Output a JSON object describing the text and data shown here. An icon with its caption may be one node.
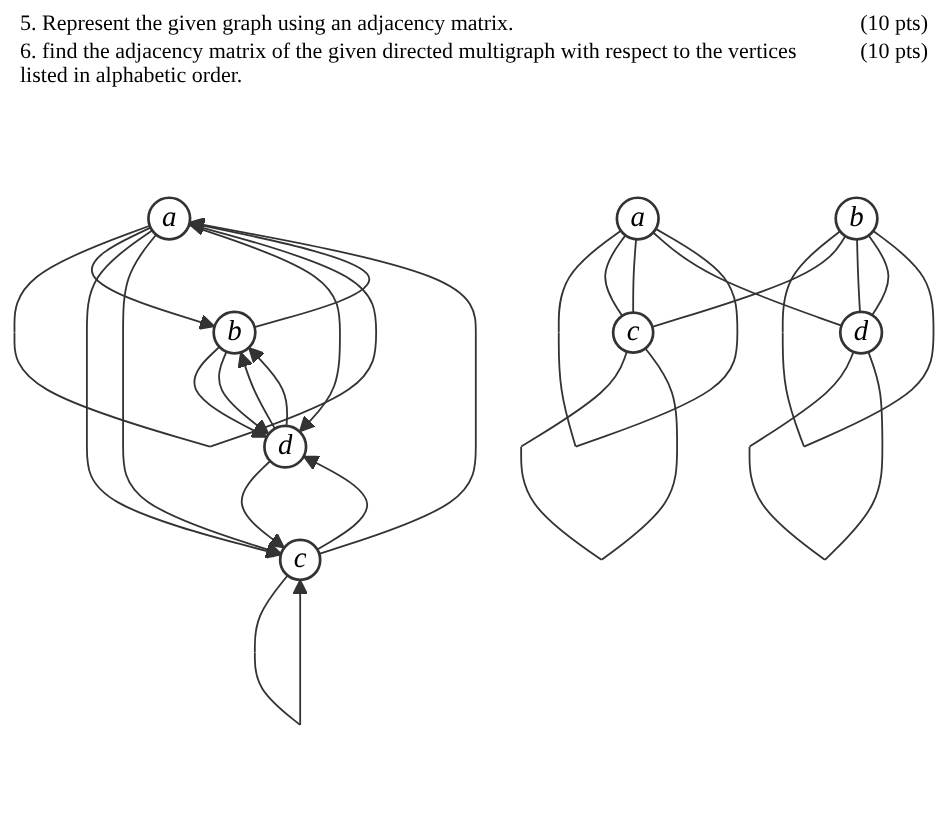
{
  "diagram": {
    "nodes": [
      {
        "text": [
          "a"
        ]
      },
      {
        "text": [
          "b"
        ]
      },
      {
        "text": [
          "c"
        ]
      },
      {
        "text": [
          "d"
        ]
      },
      {
        "text": [
          "a"
        ]
      },
      {
        "text": [
          "b"
        ]
      },
      {
        "text": [
          "c"
        ]
      },
      {
        "text": [
          "d"
        ]
      }
    ],
    "edges": [
      {
        "from": 0,
        "to": 0,
        "arrow": "none"
      },
      {
        "from": 1,
        "to": 1,
        "arrow": "none"
      },
      {
        "from": 0,
        "to": 2,
        "arrow": "none"
      },
      {
        "from": 0,
        "to": 2,
        "arrow": "none"
      },
      {
        "from": 0,
        "to": 3,
        "arrow": "none"
      },
      {
        "from": 1,
        "to": 2,
        "arrow": "none"
      },
      {
        "from": 1,
        "to": 3,
        "arrow": "none"
      },
      {
        "from": 1,
        "to": 3,
        "arrow": "none"
      },
      {
        "from": 2,
        "to": 2,
        "arrow": "none"
      },
      {
        "from": 3,
        "to": 3,
        "arrow": "none"
      },
      {
        "from": 4,
        "to": 4,
        "arrow": "to"
      },
      {
        "from": 5,
        "to": 4,
        "arrow": "to"
      },
      {
        "from": 4,
        "to": 5,
        "arrow": "to"
      },
      {
        "from": 4,
        "to": 6,
        "arrow": "to"
      },
      {
        "from": 6,
        "to": 4,
        "arrow": "to"
      },
      {
        "from": 4,
        "to": 6,
        "arrow": "to"
      },
      {
        "from": 4,
        "to": 7,
        "arrow": "to"
      },
      {
        "from": 7,
        "to": 5,
        "arrow": "to"
      },
      {
        "from": 5,
        "to": 7,
        "arrow": "to"
      },
      {
        "from": 5,
        "to": 7,
        "arrow": "to"
      },
      {
        "from": 7,
        "to": 5,
        "arrow": "to"
      },
      {
        "from": 6,
        "to": 7,
        "arrow": "to"
      },
      {
        "from": 7,
        "to": 6,
        "arrow": "to"
      },
      {
        "from": 6,
        "to": 6,
        "arrow": "to"
      }
    ],
    "labels": [
      "5. Represent the given graph using an adjacency matrix.",
      "(10 pts)",
      "6. find the adjacency matrix of the given directed multigraph with respect to the vertices listed in alphabetic order.",
      "(10 pts)"
    ]
  }
}
